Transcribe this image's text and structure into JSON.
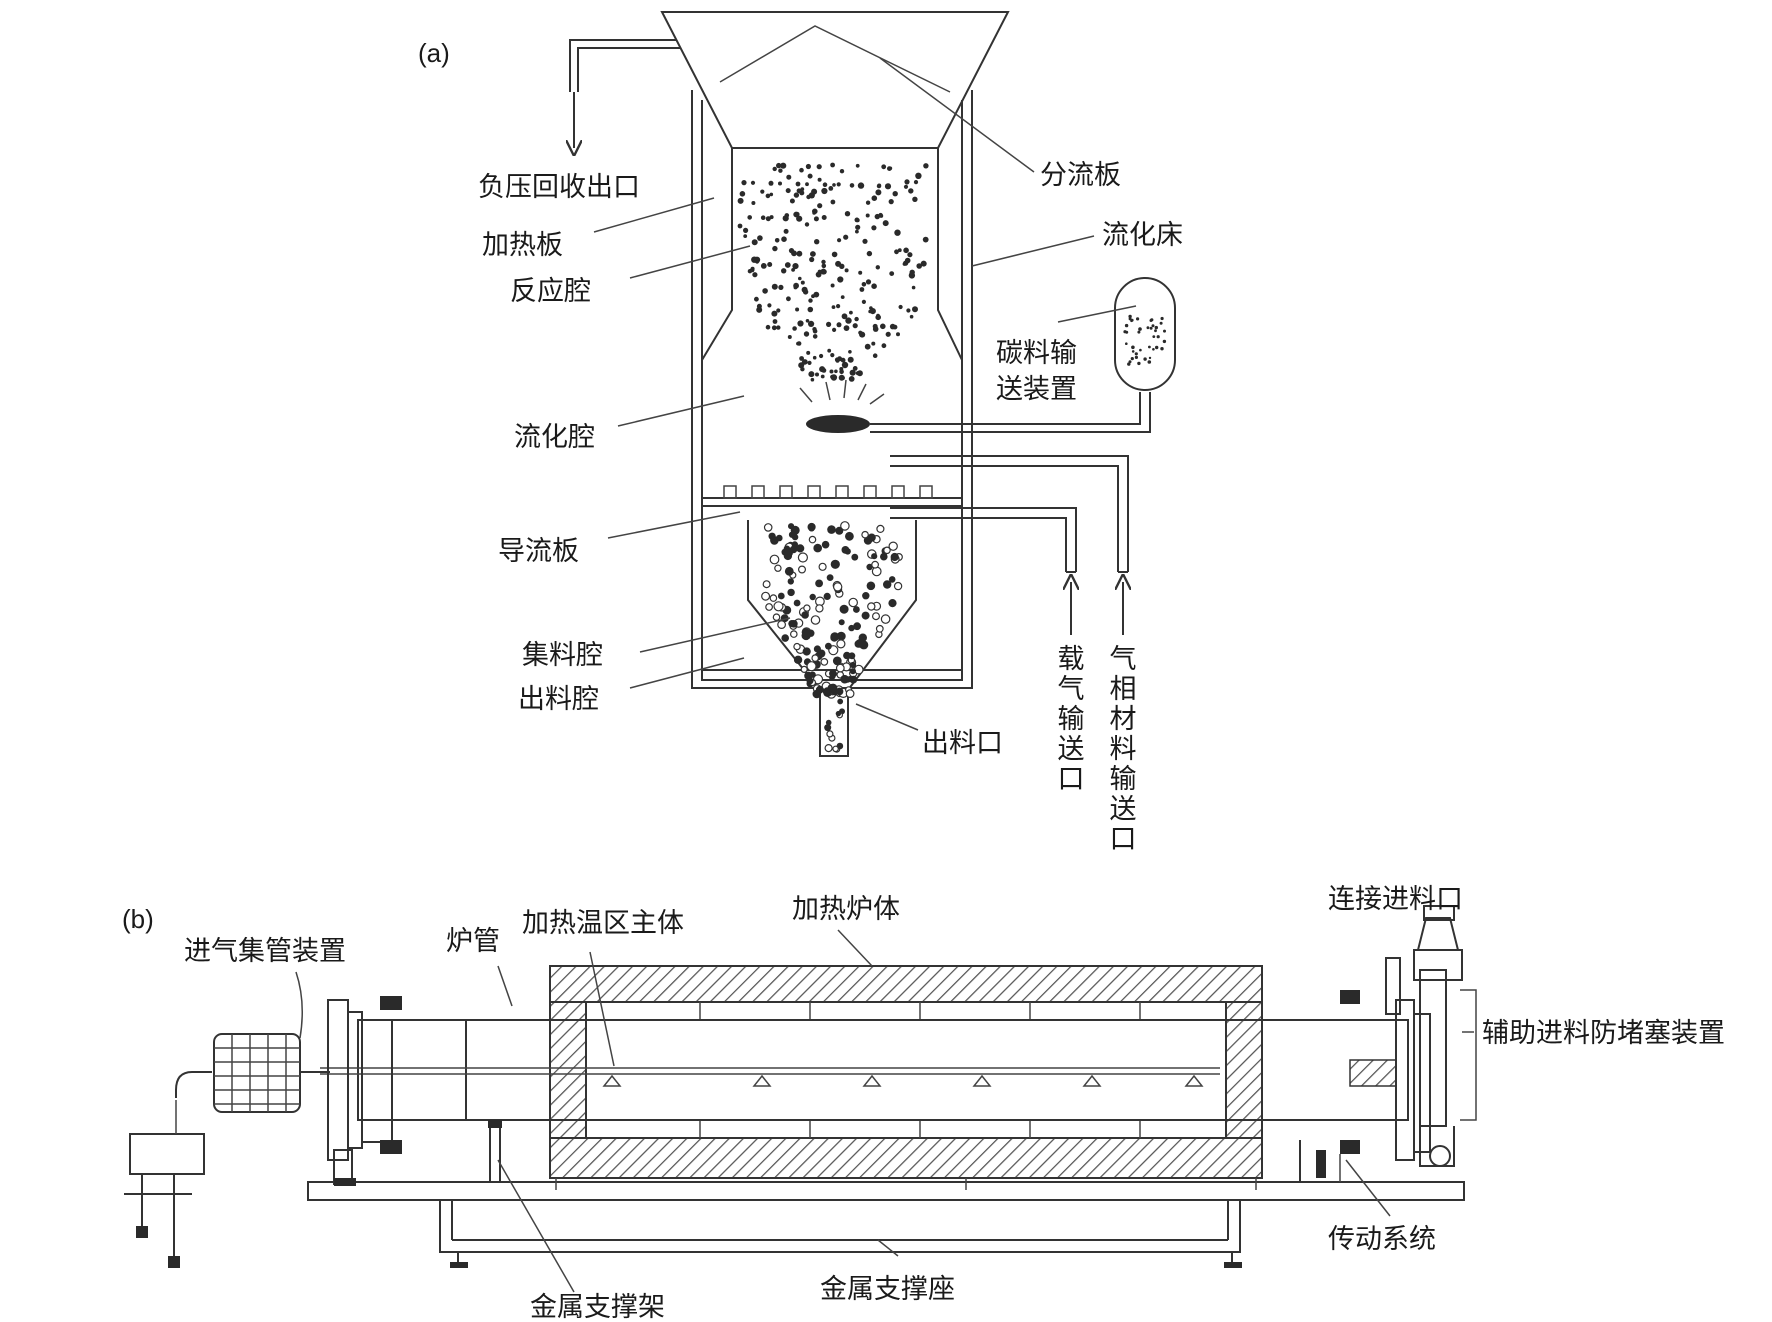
{
  "figure_a": {
    "panel_label": "(a)",
    "labels": {
      "negative_pressure_outlet": "负压回收出口",
      "heating_plate": "加热板",
      "reaction_chamber": "反应腔",
      "fluidizing_chamber": "流化腔",
      "guide_plate": "导流板",
      "collection_chamber": "集料腔",
      "discharge_chamber": "出料腔",
      "discharge_port": "出料口",
      "splitter_plate": "分流板",
      "fluidized_bed": "流化床",
      "carbon_feeder_line1": "碳料输",
      "carbon_feeder_line2": "送装置",
      "carrier_gas_inlet": "载气输送口",
      "vapor_inlet": "气相材料输送口"
    }
  },
  "figure_b": {
    "panel_label": "(b)",
    "labels": {
      "gas_manifold": "进气集管装置",
      "furnace_tube": "炉管",
      "heating_zone_body": "加热温区主体",
      "heating_furnace_body": "加热炉体",
      "feed_connection": "连接进料口",
      "anti_clog_feeder": "辅助进料防堵塞装置",
      "drive_system": "传动系统",
      "metal_support_frame": "金属支撑架",
      "metal_support_base": "金属支撑座"
    }
  },
  "colors": {
    "line": "#333333",
    "text": "#1a1a1a",
    "particle": "#2a2a2a"
  }
}
